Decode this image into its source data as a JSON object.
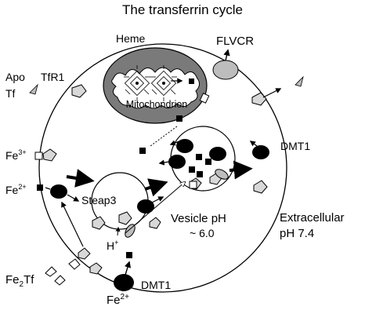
{
  "title": "The transferrin cycle",
  "labels": {
    "heme": "Heme",
    "flvcr": "FLVCR",
    "apo_tf_line1": "Apo",
    "apo_tf_line2": "Tf",
    "tfr1": "TfR1",
    "mitochondrion": "Mitochondrion",
    "fe3": "Fe",
    "fe3_sup": "3+",
    "fe2": "Fe",
    "fe2_sup": "2+",
    "steap3": "Steap3",
    "dmt1_right": "DMT1",
    "dmt1_bottom": "DMT1",
    "vesicle_line1": "Vesicle pH",
    "vesicle_line2": "~ 6.0",
    "extracellular_line1": "Extracellular",
    "extracellular_line2": "pH 7.4",
    "hplus": "H",
    "hplus_sup": "+",
    "fe2tf": "Fe",
    "fe2tf_sub": "2",
    "fe2tf_tail": "Tf",
    "fe2_bottom": "Fe",
    "fe2_bottom_sup": "2+"
  },
  "colors": {
    "stroke": "#000000",
    "mito_outer": "#7a7a7a",
    "flvcr_fill": "#bdbdbd",
    "receptor_fill": "#d8d8d8",
    "dmt1_fill": "#000000",
    "iron_fill": "#000000"
  },
  "icons": {
    "transporter": "dmt1-black-ellipse",
    "receptor": "tfr1-pentagon",
    "iron": "iron-square",
    "channel": "flvcr-grey-ellipse",
    "heme": "heme-porphyrin-structure"
  }
}
